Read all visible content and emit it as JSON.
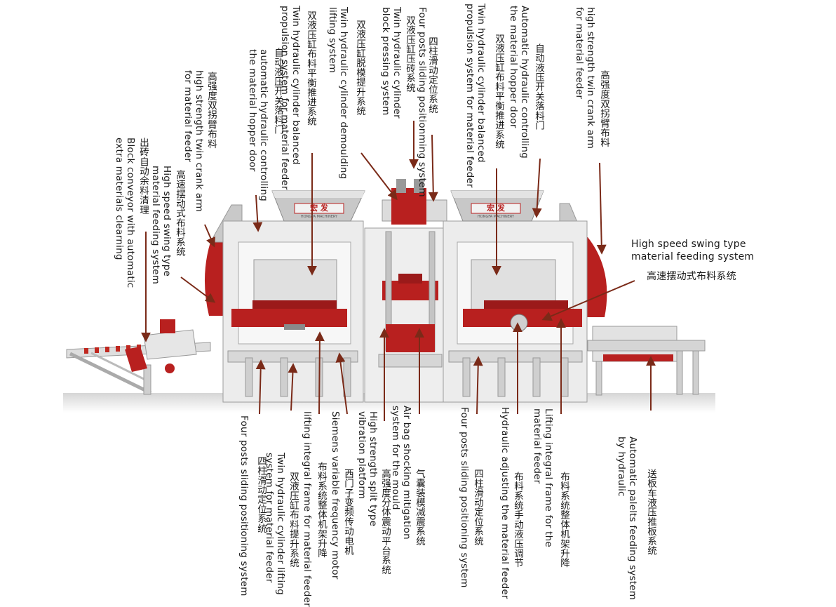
{
  "brand": {
    "left_hopper": "宏 发",
    "right_hopper": "宏 发",
    "left_hopper_sub": "HONGFA MACHINERY",
    "right_hopper_sub": "HONGFA MACHINERY"
  },
  "labels_top": [
    {
      "id": "top-1",
      "text": "high strength twin crank arm\nfor material feeder"
    },
    {
      "id": "top-2",
      "text": "高强度双拐臂布料"
    },
    {
      "id": "top-3",
      "text": "Automatic hydraulic controlling\nthe material hopper door"
    },
    {
      "id": "top-4",
      "text": "自动液压开关落料门"
    },
    {
      "id": "top-5",
      "text": "Twin hydraulic cylinder balanced\npropulsion system for material feeder"
    },
    {
      "id": "top-6",
      "text": "双液压缸布料平衡推进系统"
    },
    {
      "id": "top-7",
      "text": "Four posts sliding positionming system"
    },
    {
      "id": "top-8",
      "text": "双液压缸压砖系统"
    },
    {
      "id": "top-9",
      "text": "四柱滑动定位系统"
    },
    {
      "id": "top-10",
      "text": "Twin hydraulic cylinder\nblock pressing system"
    },
    {
      "id": "top-11",
      "text": "双液压缸脱模提升系统"
    },
    {
      "id": "top-12",
      "text": "Twin hydraulic cylinder demoulding\nlifting system"
    },
    {
      "id": "top-13",
      "text": "双液压缸布料平衡推进系统"
    },
    {
      "id": "top-14",
      "text": "Twin hydraulic cylinder balanced\npropulsion system for material feeder"
    },
    {
      "id": "top-15",
      "text": "自动液压开关落料门"
    },
    {
      "id": "top-16",
      "text": "automatic hydraulic controlling\nthe material hopper door"
    },
    {
      "id": "top-17",
      "text": "高强度双拐臂布料"
    },
    {
      "id": "top-18",
      "text": "high strength twin crank arm\nfor material feeder"
    },
    {
      "id": "top-19",
      "text": "高速摆动式布料系统"
    },
    {
      "id": "top-20",
      "text": "High speed swing type\nmaterial feeding system"
    },
    {
      "id": "top-21",
      "text": "出砖自动余料清理"
    },
    {
      "id": "top-22",
      "text": "Block conveyor with automatic\nextra materials clearning"
    }
  ],
  "labels_right": [
    {
      "id": "right-1",
      "text": "High speed swing type\nmaterial feeding system"
    },
    {
      "id": "right-2",
      "text": "高速摆动式布料系统"
    }
  ],
  "labels_bottom": [
    {
      "id": "bot-1",
      "text": "四柱滑动定位系统"
    },
    {
      "id": "bot-2",
      "text": "Four posts sliding positioning system"
    },
    {
      "id": "bot-3",
      "text": "双液压缸布料提升系统"
    },
    {
      "id": "bot-4",
      "text": "Twin hydraulic cylinder lifting\nsystem for material feeder"
    },
    {
      "id": "bot-5",
      "text": "布料系统整体机架升降"
    },
    {
      "id": "bot-6",
      "text": "lifting integral frame for material feeder"
    },
    {
      "id": "bot-7",
      "text": "西门子变频传动电机"
    },
    {
      "id": "bot-8",
      "text": "Siemens variable frequency motor"
    },
    {
      "id": "bot-9",
      "text": "高强度分体震动平台系统"
    },
    {
      "id": "bot-10",
      "text": "High strength split type\nvibration platform"
    },
    {
      "id": "bot-11",
      "text": "气囊装模减震系统"
    },
    {
      "id": "bot-12",
      "text": "Air bag shocking mitigation\nsystem for the mould"
    },
    {
      "id": "bot-13",
      "text": "四柱滑动定位系统"
    },
    {
      "id": "bot-14",
      "text": "Four posts sliding positioning system"
    },
    {
      "id": "bot-15",
      "text": "布料系统手动液压调节"
    },
    {
      "id": "bot-16",
      "text": "Hydraulic adjusting the material feeder"
    },
    {
      "id": "bot-17",
      "text": "布料系统整体机架升降"
    },
    {
      "id": "bot-18",
      "text": "Lifting integral frame for the\nmaterial feeder"
    },
    {
      "id": "bot-19",
      "text": "送板车液压推板系统"
    },
    {
      "id": "bot-20",
      "text": "Automatic palelts feeding system\nby hydraulic"
    }
  ],
  "colors": {
    "frame": "#e4e4e4",
    "frame_edge": "#9c9c9c",
    "red": "#b8201f",
    "arrow": "#7a2a18"
  }
}
